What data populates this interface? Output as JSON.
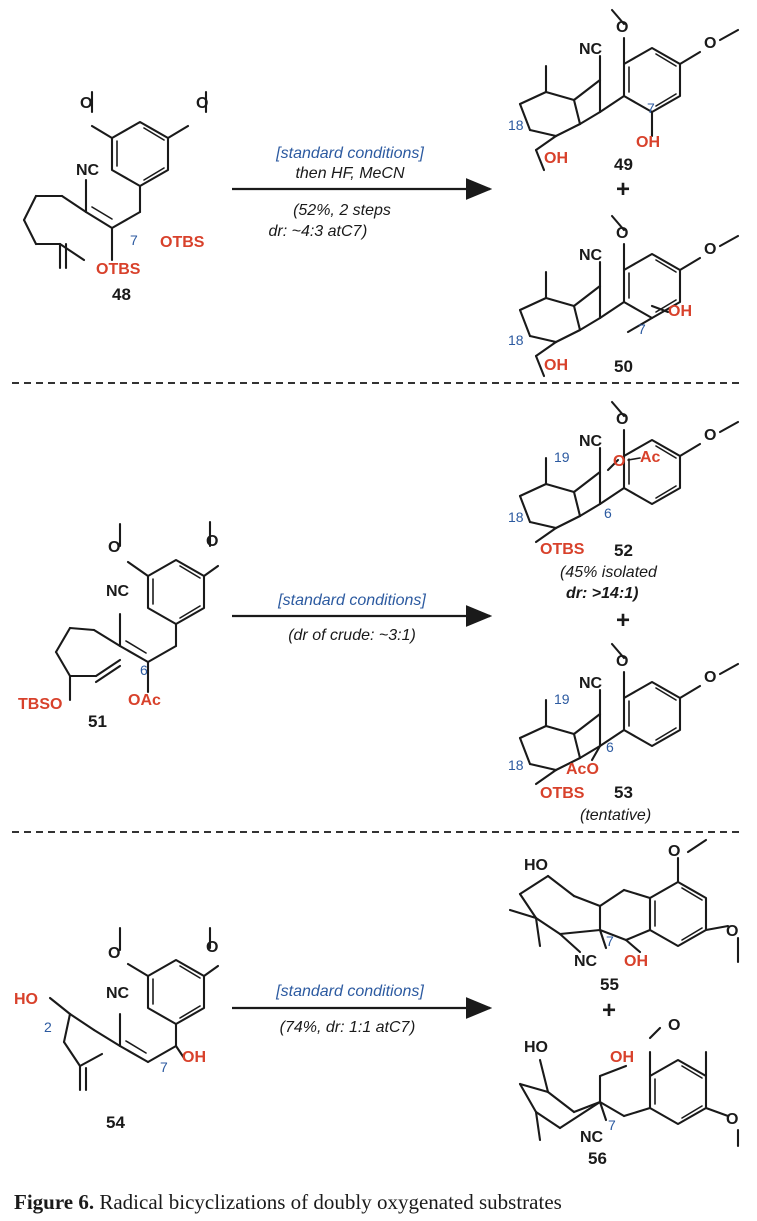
{
  "figure": {
    "caption_label": "Figure 6.",
    "caption_text": "Radical bicyclizations of doubly oxygenated substrates"
  },
  "rows": [
    {
      "substrate": "48",
      "conditions": [
        "[standard conditions]",
        "then HF, MeCN",
        "(52%, 2 steps",
        "dr: ~4:3 at ",
        "C7",
        ")"
      ],
      "products": [
        {
          "number": "49"
        },
        {
          "number": "50"
        }
      ]
    },
    {
      "substrate": "51",
      "conditions": [
        "[standard conditions]",
        "(dr of crude: ~3:1)"
      ],
      "products": [
        {
          "number": "52",
          "notes": [
            "(45% isolated",
            "dr: >14:1)"
          ]
        },
        {
          "number": "53",
          "notes": [
            "(tentative)"
          ]
        }
      ]
    },
    {
      "substrate": "54",
      "conditions": [
        "[standard conditions]",
        "(74%, dr: 1:1 at ",
        "C7",
        ")"
      ],
      "products": [
        {
          "number": "55"
        },
        {
          "number": "56"
        }
      ]
    }
  ],
  "atom_labels": {
    "nc": "NC",
    "oh": "OH",
    "otbs": "OTBS",
    "tbso": "TBSO",
    "oac": "OAc",
    "aco": "AcO",
    "ho": "HO",
    "o": "O",
    "ac": "Ac",
    "c7": "7",
    "c6": "6",
    "c18": "18",
    "c19": "19",
    "c2": "2"
  },
  "plus_sign": "+"
}
